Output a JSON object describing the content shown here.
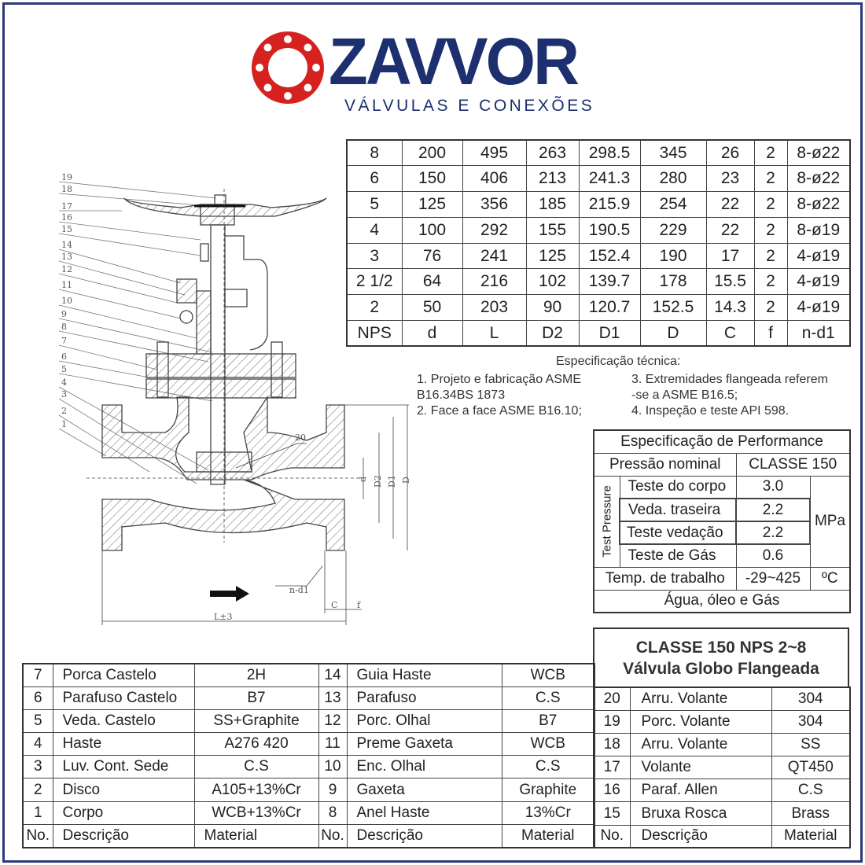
{
  "logo": {
    "brand": "ZAVVOR",
    "tagline": "VÁLVULAS E CONEXÕES",
    "colors": {
      "red": "#d6221e",
      "navy": "#1d2f6e"
    }
  },
  "dimensions": {
    "headers": [
      "NPS",
      "d",
      "L",
      "D2",
      "D1",
      "D",
      "C",
      "f",
      "n-d1"
    ],
    "rows": [
      [
        "8",
        "200",
        "495",
        "263",
        "298.5",
        "345",
        "26",
        "2",
        "8-ø22"
      ],
      [
        "6",
        "150",
        "406",
        "213",
        "241.3",
        "280",
        "23",
        "2",
        "8-ø22"
      ],
      [
        "5",
        "125",
        "356",
        "185",
        "215.9",
        "254",
        "22",
        "2",
        "8-ø22"
      ],
      [
        "4",
        "100",
        "292",
        "155",
        "190.5",
        "229",
        "22",
        "2",
        "8-ø19"
      ],
      [
        "3",
        "76",
        "241",
        "125",
        "152.4",
        "190",
        "17",
        "2",
        "4-ø19"
      ],
      [
        "2 1/2",
        "64",
        "216",
        "102",
        "139.7",
        "178",
        "15.5",
        "2",
        "4-ø19"
      ],
      [
        "2",
        "50",
        "203",
        "90",
        "120.7",
        "152.5",
        "14.3",
        "2",
        "4-ø19"
      ]
    ]
  },
  "spec": {
    "title": "Especificação técnica:",
    "items_left": [
      "1. Projeto e fabricação ASME",
      "B16.34BS 1873",
      "2. Face a face ASME B16.10;"
    ],
    "items_right": [
      "3. Extremidades flangeada referem",
      "-se a ASME B16.5;",
      "4. Inspeção e teste API 598."
    ]
  },
  "performance": {
    "title": "Especificação de Performance",
    "nominal_label": "Pressão nominal",
    "nominal_value": "CLASSE 150",
    "test_label": "Test Pressure",
    "tests": [
      {
        "label": "Teste do corpo",
        "value": "3.0"
      },
      {
        "label": "Veda. traseira",
        "value": "2.2"
      },
      {
        "label": "Teste vedação",
        "value": "2.2"
      },
      {
        "label": "Teste de Gás",
        "value": "0.6"
      }
    ],
    "pressure_unit": "MPa",
    "temp_label": "Temp. de trabalho",
    "temp_value": "-29~425",
    "temp_unit": "ºC",
    "media": "Água, óleo e Gás"
  },
  "product": {
    "line1": "CLASSE 150 NPS 2~8",
    "line2": "Válvula Globo Flangeada"
  },
  "parts": {
    "headers": [
      "No.",
      "Descrição",
      "Material"
    ],
    "col1": [
      [
        "7",
        "Porca Castelo",
        "2H"
      ],
      [
        "6",
        "Parafuso Castelo",
        "B7"
      ],
      [
        "5",
        "Veda. Castelo",
        "SS+Graphite"
      ],
      [
        "4",
        "Haste",
        "A276 420"
      ],
      [
        "3",
        "Luv. Cont. Sede",
        "C.S"
      ],
      [
        "2",
        "Disco",
        "A105+13%Cr"
      ],
      [
        "1",
        "Corpo",
        "WCB+13%Cr"
      ]
    ],
    "col2": [
      [
        "14",
        "Guia Haste",
        "WCB"
      ],
      [
        "13",
        "Parafuso",
        "C.S"
      ],
      [
        "12",
        "Porc. Olhal",
        "B7"
      ],
      [
        "11",
        "Preme Gaxeta",
        "WCB"
      ],
      [
        "10",
        "Enc. Olhal",
        "C.S"
      ],
      [
        "9",
        "Gaxeta",
        "Graphite"
      ],
      [
        "8",
        "Anel Haste",
        "13%Cr"
      ]
    ],
    "col3": [
      [
        "20",
        "Arru. Volante",
        "304"
      ],
      [
        "19",
        "Porc. Volante",
        "304"
      ],
      [
        "18",
        "Arru. Volante",
        "SS"
      ],
      [
        "17",
        "Volante",
        "QT450"
      ],
      [
        "16",
        "Paraf. Allen",
        "C.S"
      ],
      [
        "15",
        "Bruxa Rosca",
        "Brass"
      ]
    ]
  },
  "drawing": {
    "callouts": [
      "19",
      "18",
      "17",
      "16",
      "15",
      "14",
      "13",
      "12",
      "11",
      "10",
      "9",
      "8",
      "7",
      "6",
      "5",
      "4",
      "3",
      "2",
      "1"
    ],
    "callout_20": "20",
    "dim_labels": {
      "d": "d",
      "D2": "D2",
      "D1": "D1",
      "D": "D",
      "nd1": "n-d1",
      "C": "C",
      "f": "f",
      "L": "L±3"
    }
  }
}
